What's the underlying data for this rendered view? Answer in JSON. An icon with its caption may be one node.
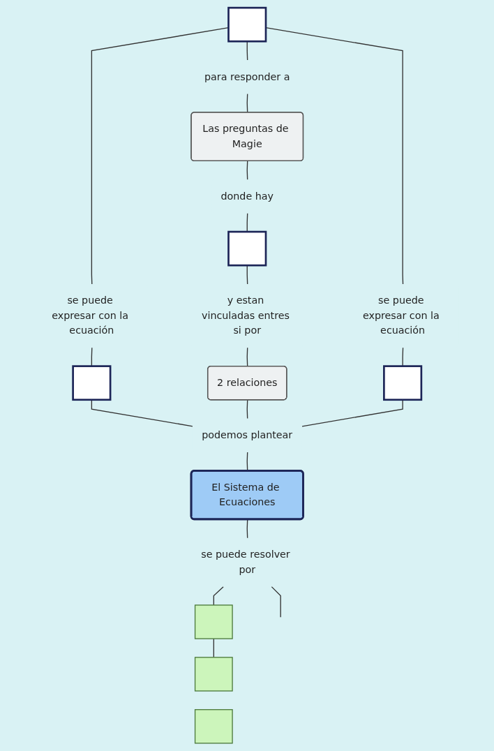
{
  "diagram": {
    "nodes": [
      {
        "text": [],
        "shape": "box"
      },
      {
        "text": [
          "para responder a"
        ]
      },
      {
        "text": [
          "Las preguntas de Magie"
        ]
      },
      {
        "text": [
          "se puede expresar con la ecuación"
        ]
      },
      {
        "text": [
          "donde hay"
        ]
      },
      {
        "text": [
          "se puede expresar con la ecuación"
        ]
      },
      {
        "text": [],
        "shape": "box"
      },
      {
        "text": [
          "y estan vinculadas entres si por"
        ]
      },
      {
        "text": [],
        "shape": "box"
      },
      {
        "text": [
          "2 relaciones"
        ]
      },
      {
        "text": [],
        "shape": "box"
      },
      {
        "text": [
          "podemos plantear"
        ]
      },
      {
        "text": [
          "El Sistema de Ecuaciones"
        ]
      },
      {
        "text": [
          "se puede resolver por"
        ]
      },
      {
        "text": [],
        "shape": "box"
      },
      {
        "text": [],
        "shape": "box"
      },
      {
        "text": [],
        "shape": "box"
      }
    ],
    "edges": [
      {
        "from": 0,
        "to": 1,
        "arrow": "none"
      },
      {
        "from": 1,
        "to": 2,
        "arrow": "none"
      },
      {
        "from": 2,
        "to": 4,
        "arrow": "none"
      },
      {
        "from": 4,
        "to": 6,
        "arrow": "none"
      },
      {
        "from": 6,
        "to": 7,
        "arrow": "none"
      },
      {
        "from": 7,
        "to": 9,
        "arrow": "none"
      },
      {
        "from": 0,
        "to": 3,
        "arrow": "none"
      },
      {
        "from": 3,
        "to": 8,
        "arrow": "none"
      },
      {
        "from": 0,
        "to": 5,
        "arrow": "none"
      },
      {
        "from": 5,
        "to": 10,
        "arrow": "none"
      },
      {
        "from": 8,
        "to": 11,
        "arrow": "none"
      },
      {
        "from": 9,
        "to": 11,
        "arrow": "none"
      },
      {
        "from": 10,
        "to": 11,
        "arrow": "none"
      },
      {
        "from": 11,
        "to": 12,
        "arrow": "none"
      },
      {
        "from": 12,
        "to": 13,
        "arrow": "none"
      },
      {
        "from": 13,
        "to": null,
        "arrow": "none"
      },
      {
        "from": 13,
        "to": 14,
        "arrow": "none"
      },
      {
        "from": 14,
        "to": 15,
        "arrow": "none"
      }
    ]
  }
}
